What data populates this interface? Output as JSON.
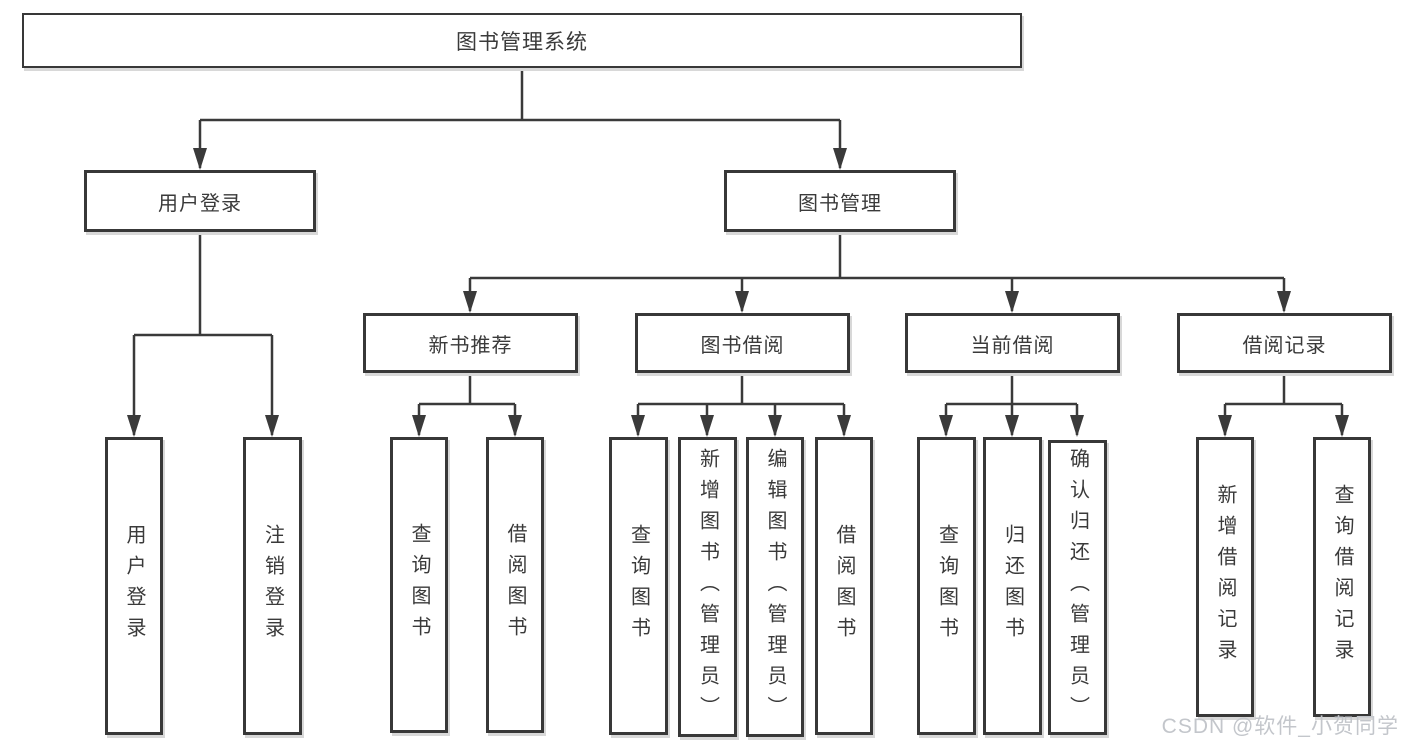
{
  "diagram": {
    "title": "图书管理系统",
    "colors": {
      "background": "#ffffff",
      "line": "#3a3a3a",
      "box_border": "#383838",
      "text": "#3a3a3a",
      "watermark": "#c3c6cb"
    },
    "nodes": {
      "root": {
        "label": "图书管理系统"
      },
      "userLogin": {
        "label": "用户登录"
      },
      "bookMgmt": {
        "label": "图书管理"
      },
      "newBookRec": {
        "label": "新书推荐"
      },
      "bookBorrow": {
        "label": "图书借阅"
      },
      "currentBorrow": {
        "label": "当前借阅"
      },
      "borrowRecords": {
        "label": "借阅记录"
      },
      "leaves": [
        {
          "label": "用户登录",
          "parent": "用户登录"
        },
        {
          "label": "注销登录",
          "parent": "用户登录"
        },
        {
          "label": "查询图书",
          "parent": "新书推荐"
        },
        {
          "label": "借阅图书",
          "parent": "新书推荐"
        },
        {
          "label": "查询图书",
          "parent": "图书借阅"
        },
        {
          "label": "新增图书（管理员）",
          "parent": "图书借阅"
        },
        {
          "label": "编辑图书（管理员）",
          "parent": "图书借阅"
        },
        {
          "label": "借阅图书",
          "parent": "图书借阅"
        },
        {
          "label": "查询图书",
          "parent": "当前借阅"
        },
        {
          "label": "归还图书",
          "parent": "当前借阅"
        },
        {
          "label": "确认归还（管理员）",
          "parent": "当前借阅"
        },
        {
          "label": "新增借阅记录",
          "parent": "借阅记录"
        },
        {
          "label": "查询借阅记录",
          "parent": "借阅记录"
        }
      ]
    },
    "watermark": "CSDN @软件_小贺同学"
  }
}
